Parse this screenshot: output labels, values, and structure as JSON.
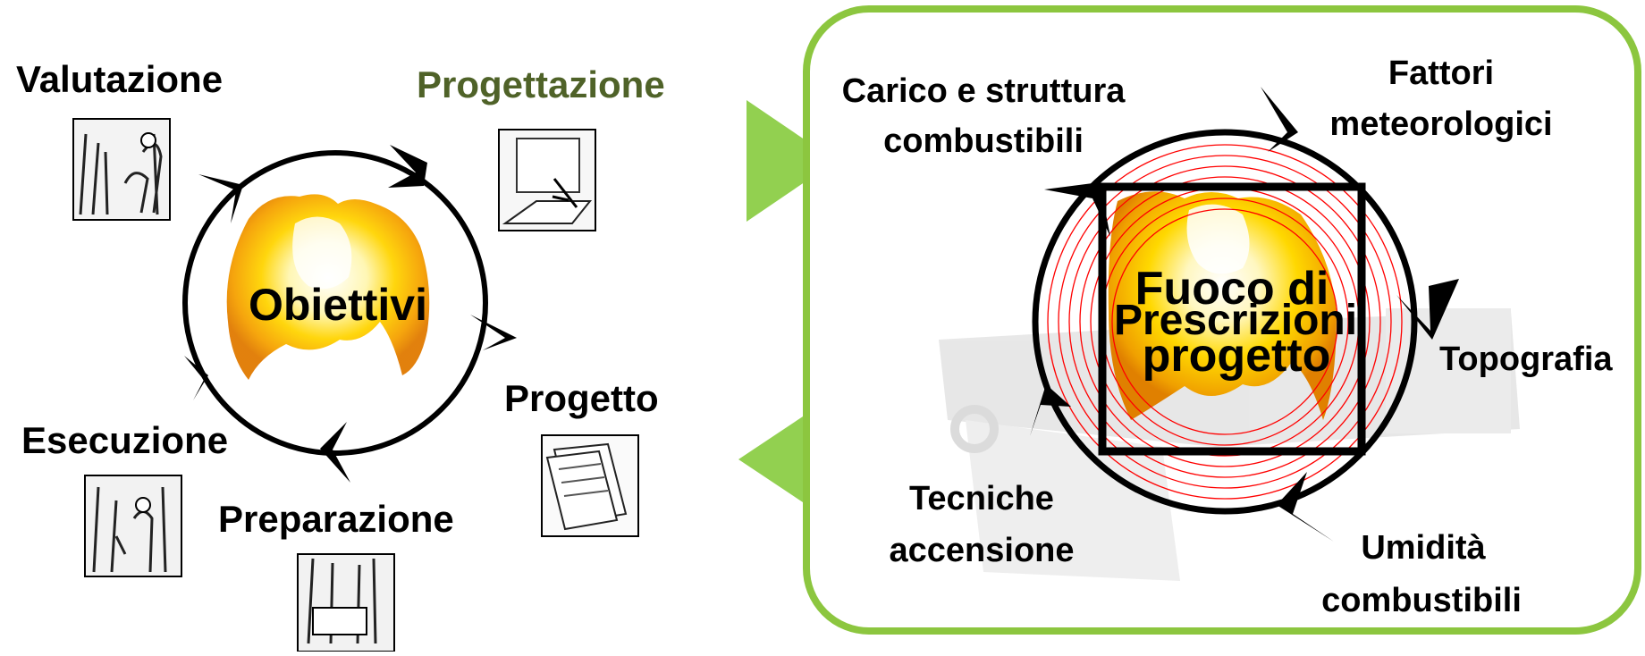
{
  "left_cycle": {
    "center_label": "Obiettivi",
    "stages": {
      "valutazione": "Valutazione",
      "progettazione": "Progettazione",
      "progetto": "Progetto",
      "preparazione": "Preparazione",
      "esecuzione": "Esecuzione"
    },
    "highlight_color": "#4f6228"
  },
  "right_panel": {
    "border_color": "#8cc63f",
    "center_line1": "Fuoco di",
    "center_line2": "progetto",
    "overlay_text": "Prescrizioni",
    "factors": {
      "carico_line1": "Carico e struttura",
      "carico_line2": "combustibili",
      "fattori_line1": "Fattori",
      "fattori_line2": "meteorologici",
      "topografia": "Topografia",
      "umidita_line1": "Umidità",
      "umidita_line2": "combustibili",
      "tecniche_line1": "Tecniche",
      "tecniche_line2": "accensione"
    }
  },
  "connector_color": "#92d050",
  "ring_color": "#ff0000"
}
